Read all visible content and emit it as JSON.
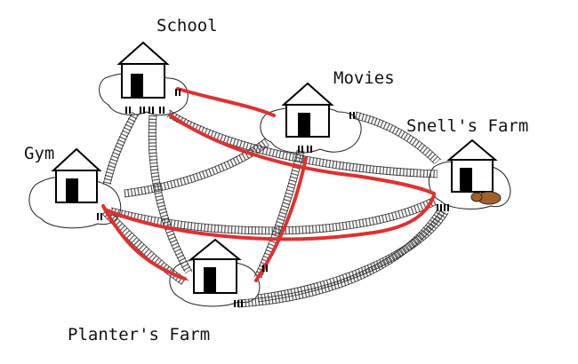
{
  "locations": [
    {
      "id": "school",
      "label": "School"
    },
    {
      "id": "movies",
      "label": "Movies"
    },
    {
      "id": "snells",
      "label": "Snell's Farm"
    },
    {
      "id": "gym",
      "label": "Gym"
    },
    {
      "id": "planters",
      "label": "Planter's Farm"
    }
  ],
  "colors": {
    "highlighted_route": "#e03030",
    "track": "#555555",
    "house": "#000000",
    "animal": "#a0622d"
  }
}
